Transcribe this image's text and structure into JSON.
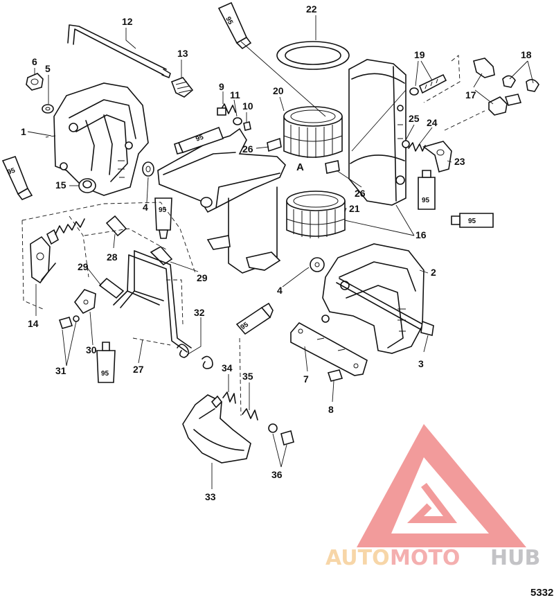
{
  "diagram": {
    "figure_number": "5332",
    "view_marker": "A",
    "lubricant_code": "95",
    "callouts": [
      "1",
      "2",
      "3",
      "4",
      "4",
      "5",
      "6",
      "7",
      "8",
      "9",
      "10",
      "11",
      "12",
      "13",
      "14",
      "15",
      "16",
      "17",
      "18",
      "19",
      "20",
      "21",
      "22",
      "23",
      "24",
      "25",
      "26",
      "26",
      "27",
      "28",
      "29",
      "29",
      "30",
      "31",
      "32",
      "33",
      "34",
      "35",
      "36"
    ]
  },
  "watermark": {
    "part1": "AUTO",
    "part2": "MOTO",
    "part3": "HUB",
    "colors": {
      "auto": "#f6cf9a",
      "moto": "#f3a2a2",
      "hub": "#b9b9bd",
      "triangle": "#f08a8a"
    }
  }
}
